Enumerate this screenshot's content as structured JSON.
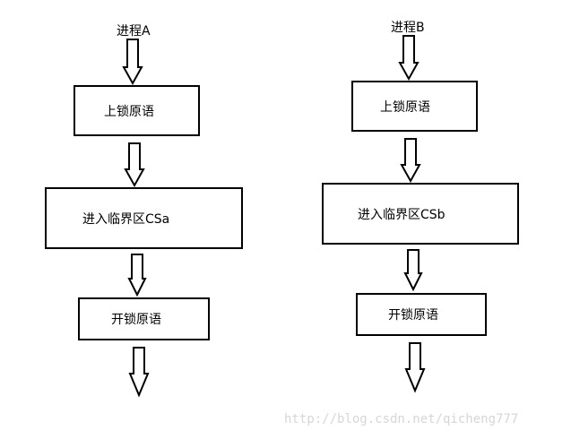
{
  "processA": {
    "title": "进程A",
    "steps": [
      "上锁原语",
      "进入临界区CSa",
      "开锁原语"
    ]
  },
  "processB": {
    "title": "进程B",
    "steps": [
      "上锁原语",
      "进入临界区CSb",
      "开锁原语"
    ]
  },
  "watermark": "http://blog.csdn.net/qicheng777"
}
